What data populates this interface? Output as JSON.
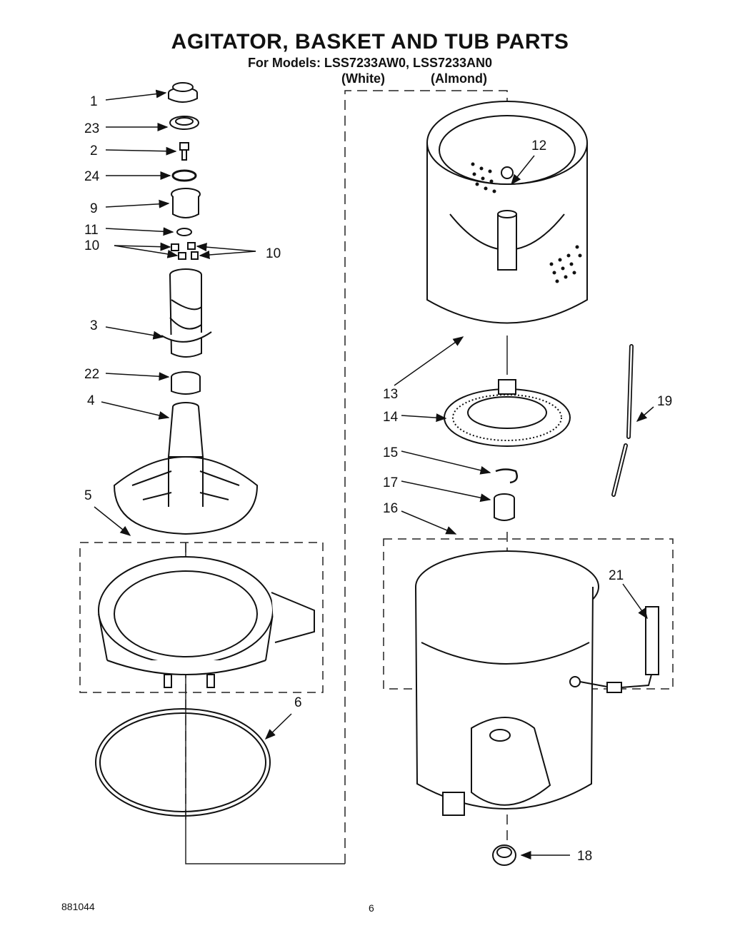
{
  "header": {
    "title": "AGITATOR, BASKET AND TUB PARTS",
    "subtitle": "For Models: LSS7233AW0, LSS7233AN0",
    "color_white": "(White)",
    "color_almond": "(Almond)"
  },
  "callouts": {
    "c1": "1",
    "c23": "23",
    "c2": "2",
    "c24": "24",
    "c9": "9",
    "c11": "11",
    "c10a": "10",
    "c10b": "10",
    "c3": "3",
    "c22": "22",
    "c4": "4",
    "c5": "5",
    "c6": "6",
    "c12": "12",
    "c13": "13",
    "c14": "14",
    "c15": "15",
    "c17": "17",
    "c16": "16",
    "c19": "19",
    "c21": "21",
    "c18": "18"
  },
  "footer": {
    "doc_number": "881044",
    "page_number": "6"
  }
}
